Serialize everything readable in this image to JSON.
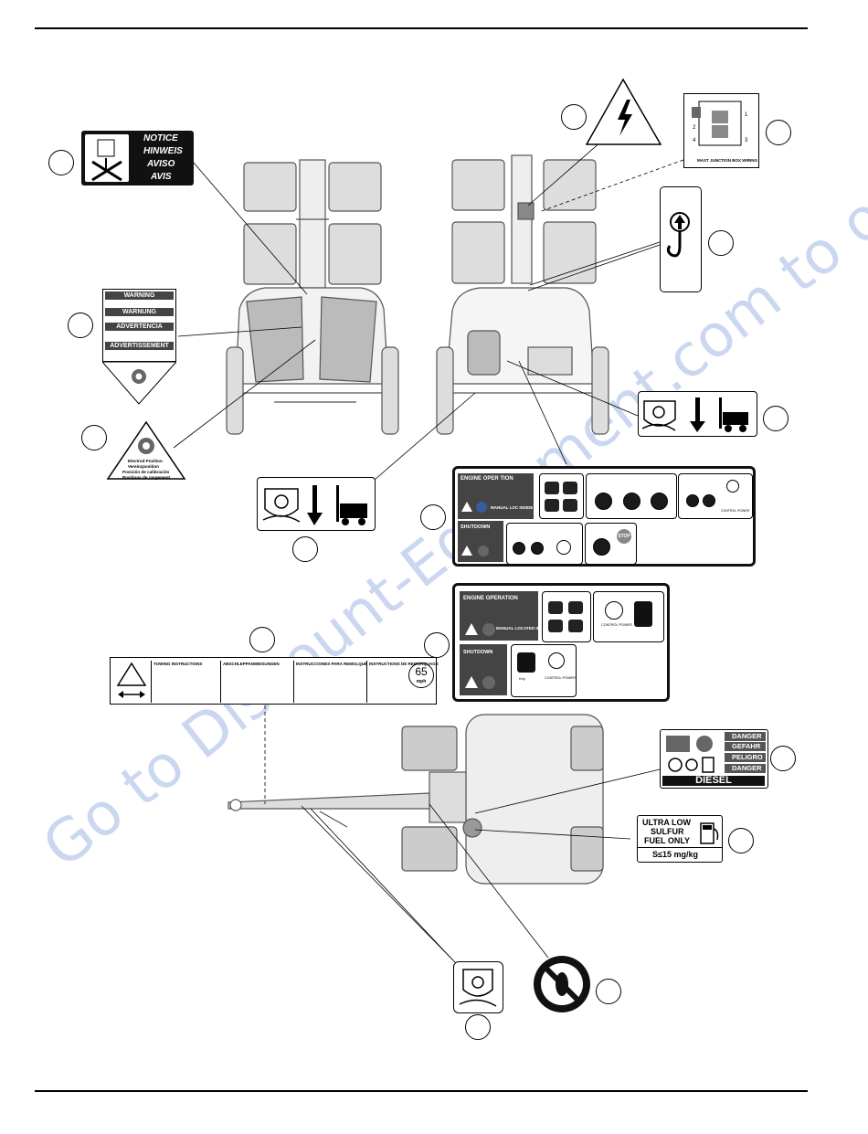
{
  "notice_decal": {
    "lines": [
      "NOTICE",
      "HINWEIS",
      "AVISO",
      "AVIS"
    ]
  },
  "warning_decal": {
    "labels": [
      "WARNING",
      "WARNUNG",
      "ADVERTENCIA",
      "ADVERTISSEMENT"
    ]
  },
  "electrode_decal": {
    "lines": [
      "Electrod Position",
      "Vereinzposition",
      "Posición de calibración",
      "Positions de rangement"
    ]
  },
  "junction_box_decal": {
    "caption": "MAST JUNCTION BOX WIRING",
    "terminals": [
      "1",
      "2",
      "3",
      "4"
    ]
  },
  "control_panel_a": {
    "header": "ENGINE OPER TION",
    "note": "MANUAL LOC INSIDE HOOD",
    "shutdown": "SHUTDOWN",
    "stop_label": "STOP",
    "power_label": "CONTROL POWER"
  },
  "control_panel_b": {
    "header": "ENGINE OPERATION",
    "note": "MANUAL LOCATED INSIDE HOOD",
    "shutdown": "SHUTDOWN",
    "power_label": "CONTROL POWER",
    "key_label": "Key"
  },
  "towing_decal": {
    "columns": [
      {
        "title": "TOWING INSTRUCTIONS"
      },
      {
        "title": "ABSCHLEPPANWEISUNGEN"
      },
      {
        "title": "INSTRUCCIONES PARA REMOLQUE"
      },
      {
        "title": "INSTRUCTIONS DE REMORQUAGE"
      }
    ],
    "speed_value": "65",
    "speed_unit": "mph"
  },
  "danger_decal": {
    "labels": [
      "DANGER",
      "GEFAHR",
      "PELIGRO",
      "DANGER"
    ],
    "fuel": "DIESEL"
  },
  "fuel_decal": {
    "line1": "ULTRA LOW",
    "line2": "SULFUR",
    "line3": "FUEL ONLY",
    "spec": "S≤15 mg/kg"
  },
  "watermark": "Go to Discount-Equipment.com to order your parts"
}
